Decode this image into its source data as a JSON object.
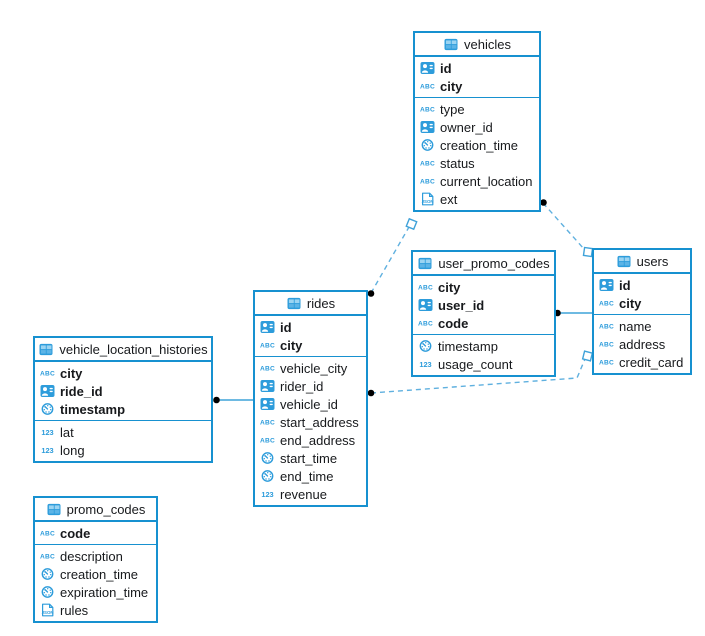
{
  "diagram": {
    "tables": [
      {
        "name": "vehicles",
        "fields": [
          {
            "name": "id",
            "type": "ref",
            "pk": true
          },
          {
            "name": "city",
            "type": "text",
            "pk": true
          },
          {
            "name": "type",
            "type": "text",
            "pk": false
          },
          {
            "name": "owner_id",
            "type": "ref",
            "pk": false
          },
          {
            "name": "creation_time",
            "type": "time",
            "pk": false
          },
          {
            "name": "status",
            "type": "text",
            "pk": false
          },
          {
            "name": "current_location",
            "type": "text",
            "pk": false
          },
          {
            "name": "ext",
            "type": "json",
            "pk": false
          }
        ]
      },
      {
        "name": "user_promo_codes",
        "fields": [
          {
            "name": "city",
            "type": "text",
            "pk": true
          },
          {
            "name": "user_id",
            "type": "ref",
            "pk": true
          },
          {
            "name": "code",
            "type": "text",
            "pk": true
          },
          {
            "name": "timestamp",
            "type": "time",
            "pk": false
          },
          {
            "name": "usage_count",
            "type": "number",
            "pk": false
          }
        ]
      },
      {
        "name": "users",
        "fields": [
          {
            "name": "id",
            "type": "ref",
            "pk": true
          },
          {
            "name": "city",
            "type": "text",
            "pk": true
          },
          {
            "name": "name",
            "type": "text",
            "pk": false
          },
          {
            "name": "address",
            "type": "text",
            "pk": false
          },
          {
            "name": "credit_card",
            "type": "text",
            "pk": false
          }
        ]
      },
      {
        "name": "rides",
        "fields": [
          {
            "name": "id",
            "type": "ref",
            "pk": true
          },
          {
            "name": "city",
            "type": "text",
            "pk": true
          },
          {
            "name": "vehicle_city",
            "type": "text",
            "pk": false
          },
          {
            "name": "rider_id",
            "type": "ref",
            "pk": false
          },
          {
            "name": "vehicle_id",
            "type": "ref",
            "pk": false
          },
          {
            "name": "start_address",
            "type": "text",
            "pk": false
          },
          {
            "name": "end_address",
            "type": "text",
            "pk": false
          },
          {
            "name": "start_time",
            "type": "time",
            "pk": false
          },
          {
            "name": "end_time",
            "type": "time",
            "pk": false
          },
          {
            "name": "revenue",
            "type": "number",
            "pk": false
          }
        ]
      },
      {
        "name": "vehicle_location_histories",
        "fields": [
          {
            "name": "city",
            "type": "text",
            "pk": true
          },
          {
            "name": "ride_id",
            "type": "ref",
            "pk": true
          },
          {
            "name": "timestamp",
            "type": "time",
            "pk": true
          },
          {
            "name": "lat",
            "type": "number",
            "pk": false
          },
          {
            "name": "long",
            "type": "number",
            "pk": false
          }
        ]
      },
      {
        "name": "promo_codes",
        "fields": [
          {
            "name": "code",
            "type": "text",
            "pk": true
          },
          {
            "name": "description",
            "type": "text",
            "pk": false
          },
          {
            "name": "creation_time",
            "type": "time",
            "pk": false
          },
          {
            "name": "expiration_time",
            "type": "time",
            "pk": false
          },
          {
            "name": "rules",
            "type": "json",
            "pk": false
          }
        ]
      }
    ],
    "relations": [
      {
        "from": "rides",
        "from_marker": "dot",
        "to": "vehicles",
        "to_marker": "hollow-square",
        "style": "dashed"
      },
      {
        "from": "vehicles",
        "from_marker": "dot",
        "to": "users",
        "to_marker": "hollow-square",
        "style": "dashed"
      },
      {
        "from": "rides",
        "from_marker": "dot",
        "to": "users",
        "to_marker": "hollow-square",
        "style": "dashed"
      },
      {
        "from": "user_promo_codes",
        "from_marker": "dot",
        "to": "users",
        "to_marker": "none",
        "style": "solid"
      },
      {
        "from": "vehicle_location_histories",
        "from_marker": "dot",
        "to": "rides",
        "to_marker": "none",
        "style": "solid"
      }
    ],
    "icons": {
      "table": "table-icon",
      "ref": "user-ref-icon",
      "text": "text-type-icon",
      "time": "timestamp-icon",
      "number": "number-type-icon",
      "json": "json-type-icon"
    },
    "colors": {
      "table_border": "#1791d0",
      "icon_blue": "#2d9cdb",
      "dashed_line": "#5fb0df",
      "solid_line": "#1791d0",
      "endpoint_dot": "#000000",
      "marker_square_stroke": "#3fa2d9",
      "text": "#17191c",
      "background": "#ffffff"
    }
  }
}
